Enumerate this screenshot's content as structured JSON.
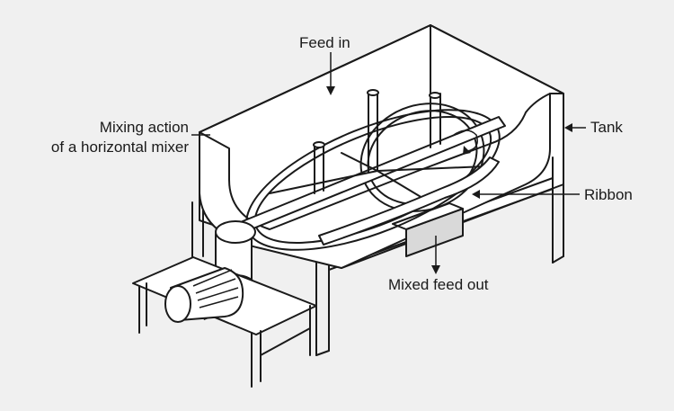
{
  "labels": {
    "feed_in": "Feed in",
    "mixing_action_line1": "Mixing action",
    "mixing_action_line2": "of a horizontal mixer",
    "tank": "Tank",
    "ribbon": "Ribbon",
    "mixed_feed_out": "Mixed feed out"
  },
  "colors": {
    "background": "#f0f0f0",
    "ink": "#1a1a1a",
    "fill": "#ffffff",
    "shade": "#d9d9d9"
  }
}
